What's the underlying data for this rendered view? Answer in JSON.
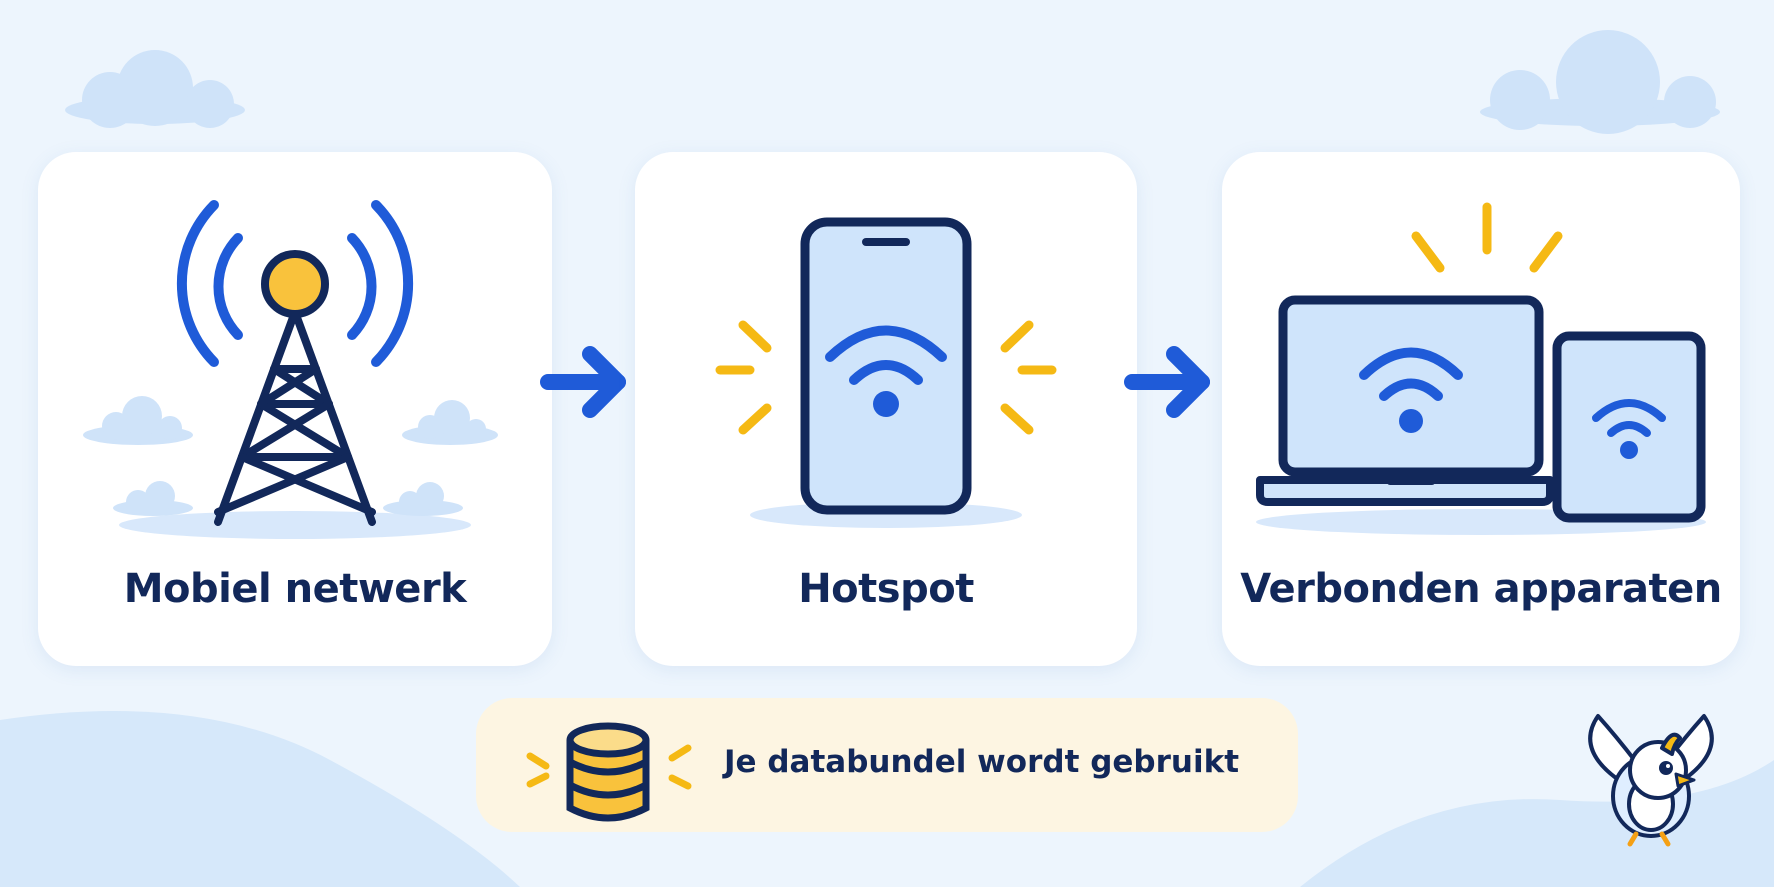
{
  "diagram": {
    "steps": [
      {
        "label": "Mobiel netwerk",
        "icon": "cell-tower-icon"
      },
      {
        "label": "Hotspot",
        "icon": "smartphone-hotspot-icon"
      },
      {
        "label": "Verbonden apparaten",
        "icon": "laptop-tablet-icon"
      }
    ],
    "connector_icon": "arrow-right-icon",
    "banner": {
      "text": "Je databundel wordt gebruikt",
      "icon": "database-icon"
    },
    "mascot_icon": "bird-mascot-icon"
  },
  "colors": {
    "background": "#edf5fd",
    "card": "#ffffff",
    "navy": "#12285a",
    "blue": "#1f5bd8",
    "yellow": "#f5b914",
    "light_blue": "#cfe4fb",
    "banner": "#fdf5e2"
  }
}
